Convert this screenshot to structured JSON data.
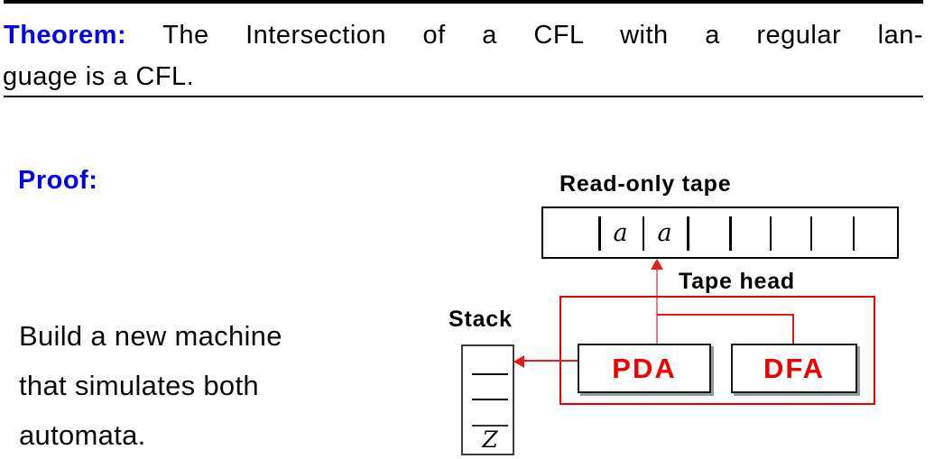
{
  "theorem": {
    "label": "Theorem:",
    "line1_rest": "The Intersection of a CFL with a regular lan-",
    "line2": "guage is a CFL."
  },
  "proof_label": "Proof:",
  "body_text": {
    "line1": "Build a new machine",
    "line2": "that simulates both",
    "line3": "automata."
  },
  "diagram": {
    "tape": {
      "label": "Read-only tape",
      "cells": [
        "",
        "a",
        "a",
        "",
        "",
        "",
        "",
        ""
      ]
    },
    "tape_head_label": "Tape head",
    "stack": {
      "label": "Stack",
      "entries": [
        "",
        "",
        ""
      ],
      "bottom_symbol": "Z"
    },
    "pda_label": "PDA",
    "dfa_label": "DFA"
  },
  "colors": {
    "heading_blue": "#0000f0",
    "diagram_red": "#ee0000",
    "arrow_red": "#e81919",
    "text_black": "#000000"
  }
}
